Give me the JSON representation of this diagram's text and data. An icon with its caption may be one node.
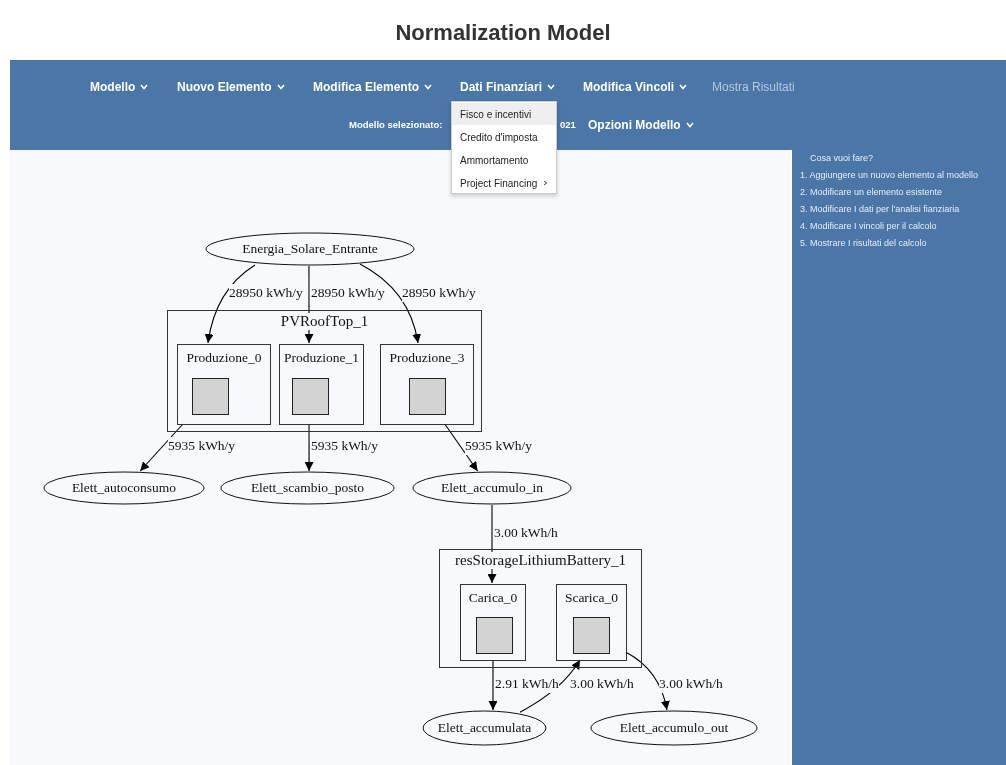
{
  "diagram": {
    "title": "Normalization Model",
    "nodes": [
      {
        "text": [
          "Energia_Solare_Entrante"
        ]
      },
      {
        "text": [
          "PVRoofTop_1"
        ]
      },
      {
        "text": [
          "Produzione_0"
        ],
        "in": 1
      },
      {
        "text": [],
        "shape": "box",
        "in": 2
      },
      {
        "text": [
          "Produzione_1"
        ],
        "in": 1
      },
      {
        "text": [],
        "shape": "box",
        "in": 4
      },
      {
        "text": [
          "Produzione_3"
        ],
        "in": 1
      },
      {
        "text": [],
        "shape": "box",
        "in": 6
      },
      {
        "text": [
          "Elett_autoconsumo"
        ]
      },
      {
        "text": [
          "Elett_scambio_posto"
        ]
      },
      {
        "text": [
          "Elett_accumulo_in"
        ]
      },
      {
        "text": [
          "resStorageLithiumBattery_1"
        ]
      },
      {
        "text": [
          "Carica_0"
        ],
        "in": 11
      },
      {
        "text": [],
        "shape": "box",
        "in": 12
      },
      {
        "text": [
          "Scarica_0"
        ],
        "in": 11
      },
      {
        "text": [],
        "shape": "box",
        "in": 14
      },
      {
        "text": [
          "Elett_accumulata"
        ]
      },
      {
        "text": [
          "Elett_accumulo_out"
        ]
      }
    ],
    "edges": [
      {
        "from": 0,
        "to": 2,
        "arrow": "to",
        "label": "28950 kWh/y"
      },
      {
        "from": 0,
        "to": 4,
        "arrow": "to",
        "label": "28950 kWh/y"
      },
      {
        "from": 0,
        "to": 6,
        "arrow": "to",
        "label": "28950 kWh/y"
      },
      {
        "from": 2,
        "to": 8,
        "arrow": "to",
        "label": "5935 kWh/y"
      },
      {
        "from": 4,
        "to": 9,
        "arrow": "to",
        "label": "5935 kWh/y"
      },
      {
        "from": 6,
        "to": 10,
        "arrow": "to",
        "label": "5935 kWh/y"
      },
      {
        "from": 10,
        "to": 12,
        "arrow": "to",
        "label": "3.00 kWh/h"
      },
      {
        "from": 12,
        "to": 16,
        "arrow": "to",
        "label": "2.91 kWh/h"
      },
      {
        "from": 16,
        "to": 14,
        "arrow": "to",
        "label": "3.00 kWh/h"
      },
      {
        "from": 14,
        "to": 17,
        "arrow": "to",
        "label": "3.00 kWh/h"
      }
    ],
    "labels": [
      "Modello",
      "Nuovo Elemento",
      "Modifica Elemento",
      "Dati Finanziari",
      "Modifica Vincoli",
      "Mostra Risultati",
      "Modello selezionato:",
      "021",
      "Fisco e incentivi",
      "Credito d'imposta",
      "Ammortamento",
      "Project Financing",
      "Opzioni Modello",
      "Cosa vuoi fare?",
      "1. Aggiungere un nuovo elemento al modello",
      "2. Modificare un elemento esistente",
      "3. Modificare I dati per l'analisi fianziaria",
      "4. Modificare I vincoli per il calcolo",
      "5. Mostrare I risultati del calcolo"
    ]
  }
}
